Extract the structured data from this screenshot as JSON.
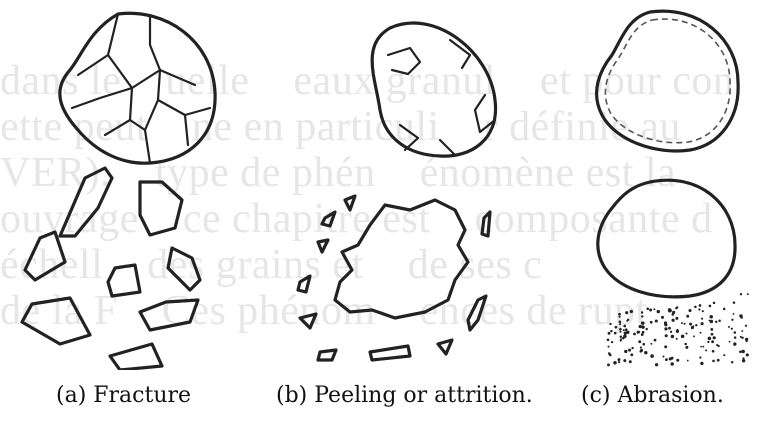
{
  "background_text": [
    "dans le    uelle    eaux granul    et pour con",
    "ette peut    ne en particuli    r définie au",
    "VER).    type de phén    énomène est la",
    "ouvrage    ce chapitre est    composante d",
    "échell    des grains et    de ses c",
    "de la F    Ces phénom    ences de rupt"
  ],
  "panels": [
    {
      "id": "fracture",
      "caption": "(a) Fracture"
    },
    {
      "id": "peeling",
      "caption": "(b) Peeling or attrition."
    },
    {
      "id": "abrasion",
      "caption": "(c) Abrasion."
    }
  ]
}
